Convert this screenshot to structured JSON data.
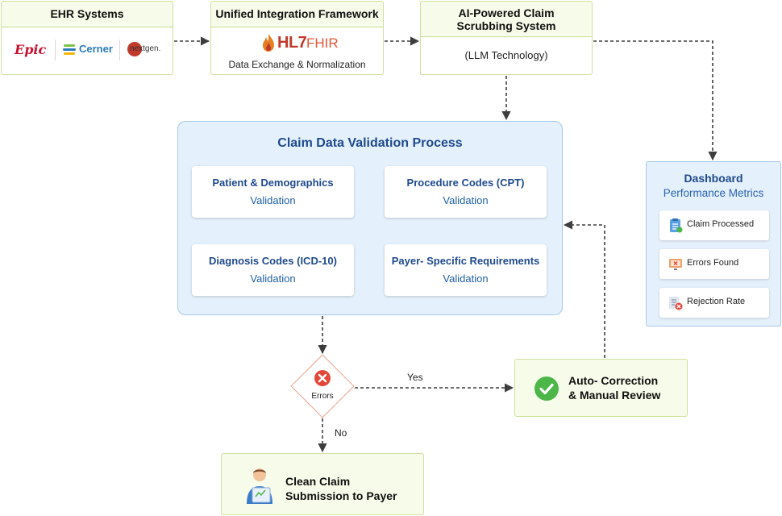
{
  "ehr_box": {
    "title": "EHR Systems",
    "logos": {
      "epic": "Epic",
      "cerner": "Cerner",
      "nextgen": "nextgen."
    }
  },
  "integration_box": {
    "title": "Unified Integration Framework",
    "logo_hl7": "HL7",
    "logo_fhir": "FHIR",
    "subtitle": "Data Exchange & Normalization"
  },
  "ai_box": {
    "title_line1": "AI-Powered Claim",
    "title_line2": "Scrubbing System",
    "subtitle": "(LLM Technology)"
  },
  "validation_process": {
    "title": "Claim Data Validation Process",
    "cards": [
      {
        "title": "Patient & Demographics",
        "subtitle": "Validation"
      },
      {
        "title": "Procedure Codes (CPT)",
        "subtitle": "Validation"
      },
      {
        "title": "Diagnosis Codes (ICD-10)",
        "subtitle": "Validation"
      },
      {
        "title": "Payer- Specific Requirements",
        "subtitle": "Validation"
      }
    ]
  },
  "dashboard": {
    "title": "Dashboard",
    "subtitle": "Performance Metrics",
    "metrics": [
      {
        "label": "Claim Processed",
        "icon": "clipboard-check-icon"
      },
      {
        "label": "Errors Found",
        "icon": "error-screen-icon"
      },
      {
        "label": "Rejection Rate",
        "icon": "document-reject-icon"
      }
    ]
  },
  "decision": {
    "label": "Errors",
    "icon": "error-x-icon"
  },
  "edges": {
    "yes": "Yes",
    "no": "No"
  },
  "auto_correction": {
    "line1": "Auto- Correction",
    "line2": "& Manual Review",
    "icon": "check-circle-icon"
  },
  "clean_claim": {
    "line1": "Clean Claim",
    "line2": "Submission to Payer",
    "icon": "person-with-document-icon"
  },
  "colors": {
    "green_box_bg": "#f7fbe9",
    "green_box_border": "#cfe0a0",
    "blue_box_bg": "#e4f0fb",
    "blue_box_border": "#a7c9e8",
    "blue_title": "#1f4a8e",
    "arrow": "#3d3d3d",
    "error_red": "#e5483a",
    "success_green": "#4cb648"
  }
}
